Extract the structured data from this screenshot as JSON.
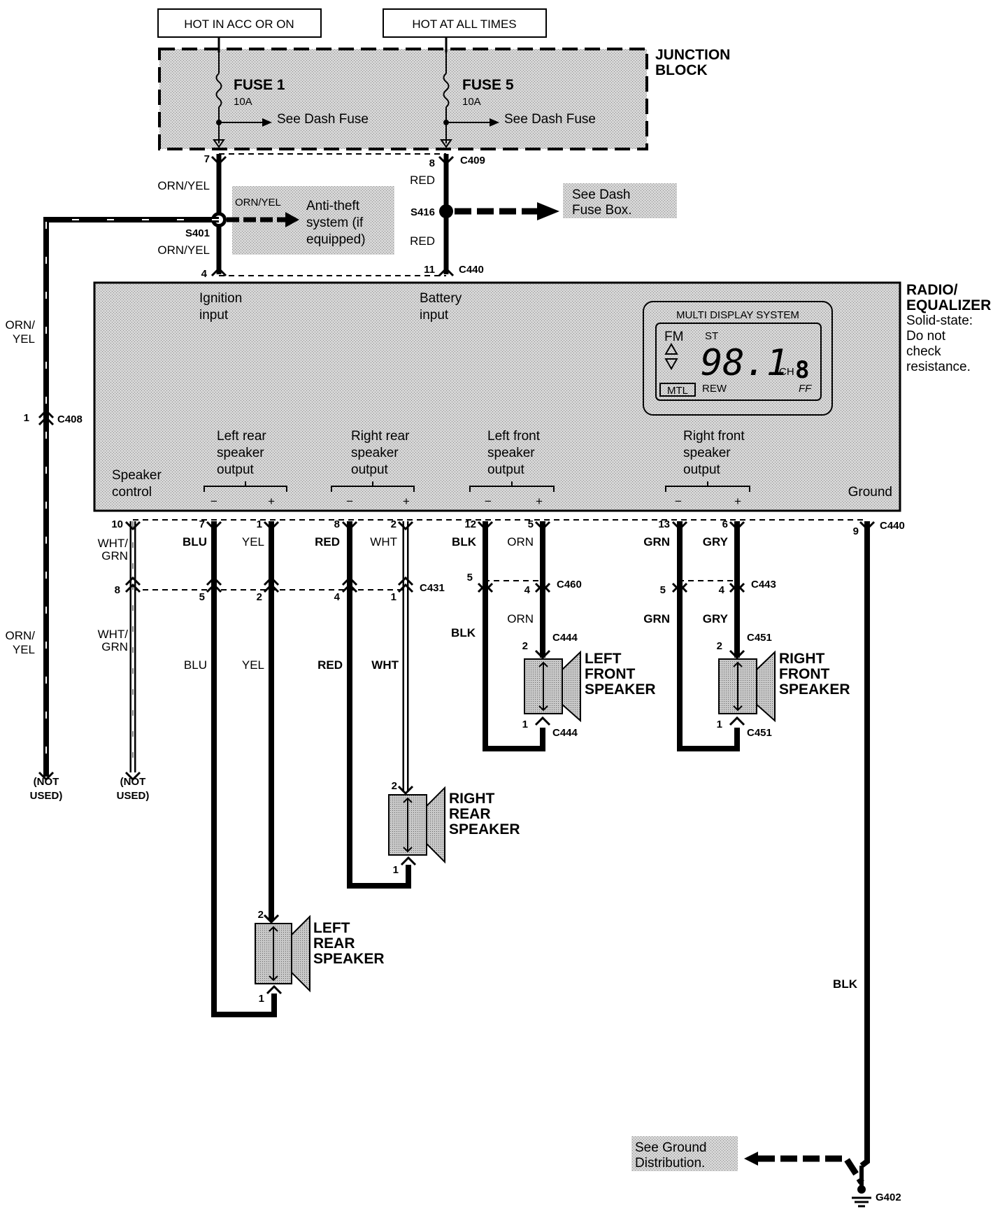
{
  "top_labels": {
    "hot_acc": "HOT IN ACC OR ON",
    "hot_all": "HOT AT ALL TIMES"
  },
  "junction_block": {
    "title_l1": "JUNCTION",
    "title_l2": "BLOCK",
    "fuse1": {
      "name": "FUSE 1",
      "rating": "10A",
      "ref": "See Dash Fuse"
    },
    "fuse5": {
      "name": "FUSE 5",
      "rating": "10A",
      "ref": "See Dash Fuse"
    }
  },
  "upper_wiring": {
    "pin7": "7",
    "pin8": "8",
    "c409": "C409",
    "orn_yel_1": "ORN/YEL",
    "red_1": "RED",
    "s401": "S401",
    "s416": "S416",
    "orn_yel_2": "ORN/YEL",
    "red_2": "RED",
    "pin4": "4",
    "pin11": "11",
    "c440": "C440",
    "antitheft_wire": "ORN/YEL",
    "antitheft_l1": "Anti-theft",
    "antitheft_l2": "system (if",
    "antitheft_l3": "equipped)",
    "dash_box_l1": "See Dash",
    "dash_box_l2": "Fuse Box."
  },
  "radio": {
    "title_l1": "RADIO/",
    "title_l2": "EQUALIZER",
    "note_l1": "Solid-state:",
    "note_l2": "Do not",
    "note_l3": "check",
    "note_l4": "resistance.",
    "ignition_l1": "Ignition",
    "ignition_l2": "input",
    "battery_l1": "Battery",
    "battery_l2": "input",
    "display_title": "MULTI DISPLAY SYSTEM",
    "fm": "FM",
    "st": "ST",
    "freq": "98.1",
    "ch": "CH",
    "ch_num": "8",
    "mtl": "MTL",
    "rew": "REW",
    "ff": "FF",
    "spk_ctrl_l1": "Speaker",
    "spk_ctrl_l2": "control",
    "lr_l1": "Left rear",
    "lr_l2": "speaker",
    "lr_l3": "output",
    "rr_l1": "Right rear",
    "rr_l2": "speaker",
    "rr_l3": "output",
    "lf_l1": "Left front",
    "lf_l2": "speaker",
    "lf_l3": "output",
    "rf_l1": "Right front",
    "rf_l2": "speaker",
    "rf_l3": "output",
    "ground": "Ground",
    "minus": "−",
    "plus": "+"
  },
  "left_wire": {
    "color_l1": "ORN/",
    "color_l2": "YEL",
    "pin": "1",
    "connector": "C408",
    "not_l1": "(NOT",
    "not_l2": "USED)"
  },
  "bottom_pins": [
    "10",
    "7",
    "1",
    "8",
    "2",
    "12",
    "5",
    "13",
    "6",
    "9"
  ],
  "bottom_conn": "C440",
  "wire_colors": {
    "wht_grn_l1": "WHT/",
    "wht_grn_l2": "GRN",
    "blu": "BLU",
    "yel": "YEL",
    "red": "RED",
    "wht": "WHT",
    "blk": "BLK",
    "orn": "ORN",
    "grn": "GRN",
    "gry": "GRY"
  },
  "c431": {
    "name": "C431",
    "pins": [
      "8",
      "5",
      "2",
      "4",
      "1"
    ]
  },
  "c460": {
    "name": "C460",
    "pins": [
      "5",
      "4"
    ]
  },
  "c443": {
    "name": "C443",
    "pins": [
      "5",
      "4"
    ]
  },
  "c444": "C444",
  "c451": "C451",
  "speakers": {
    "lf_l1": "LEFT",
    "lf_l2": "FRONT",
    "lf_l3": "SPEAKER",
    "rf_l1": "RIGHT",
    "rf_l2": "FRONT",
    "rf_l3": "SPEAKER",
    "rr_l1": "RIGHT",
    "rr_l2": "REAR",
    "rr_l3": "SPEAKER",
    "lr_l1": "LEFT",
    "lr_l2": "REAR",
    "lr_l3": "SPEAKER",
    "pin1": "1",
    "pin2": "2"
  },
  "ground": {
    "blk": "BLK",
    "dist_l1": "See Ground",
    "dist_l2": "Distribution.",
    "g402": "G402"
  }
}
